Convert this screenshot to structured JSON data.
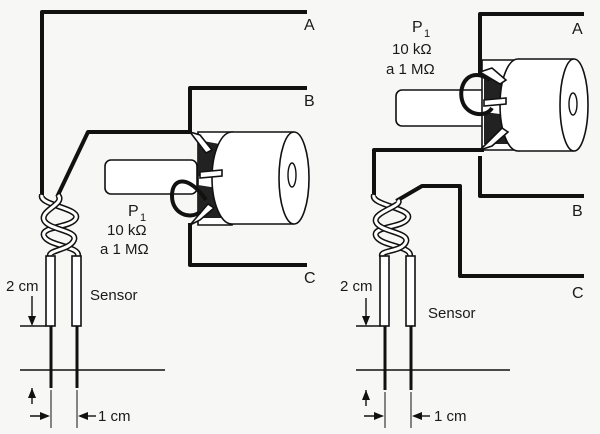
{
  "left": {
    "terminals": [
      "A",
      "B",
      "C"
    ],
    "pot_label": "P",
    "pot_sub": "1",
    "pot_value1": "10 kΩ",
    "pot_value2": "a 1 MΩ",
    "sensor_label": "Sensor",
    "dim_height": "2 cm",
    "dim_spacing": "1 cm"
  },
  "right": {
    "terminals": [
      "A",
      "B",
      "C"
    ],
    "pot_label": "P",
    "pot_sub": "1",
    "pot_value1": "10 kΩ",
    "pot_value2": "a 1 MΩ",
    "sensor_label": "Sensor",
    "dim_height": "2 cm",
    "dim_spacing": "1 cm"
  }
}
